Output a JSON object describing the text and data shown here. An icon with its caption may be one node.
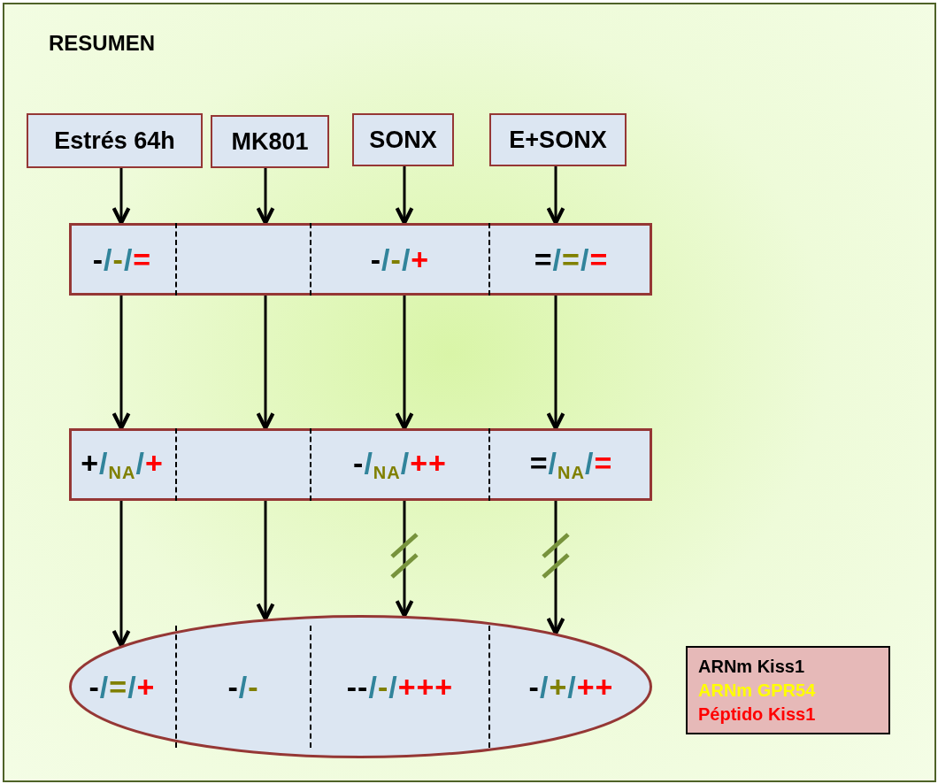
{
  "diagram": {
    "title": "RESUMEN",
    "nodes": [
      {
        "text": [
          "Estrés 64h"
        ]
      },
      {
        "text": [
          "MK801"
        ]
      },
      {
        "text": [
          "SONX"
        ]
      },
      {
        "text": [
          "E+SONX"
        ]
      },
      {
        "text": [],
        "shape": "box"
      },
      {
        "text": [
          "-/-/="
        ],
        "in": 4
      },
      {
        "text": [],
        "shape": "box",
        "in": 4
      },
      {
        "text": [
          "-/-/+"
        ],
        "in": 4
      },
      {
        "text": [
          "=/=/="
        ],
        "in": 4
      },
      {
        "text": [],
        "shape": "box"
      },
      {
        "text": [
          "+/$_{NA}$/+"
        ],
        "in": 9
      },
      {
        "text": [],
        "shape": "box",
        "in": 9
      },
      {
        "text": [
          "-/$_{NA}$/++"
        ],
        "in": 9
      },
      {
        "text": [
          "=/$_{NA}$/="
        ],
        "in": 9
      },
      {
        "text": [],
        "shape": "ellipse"
      },
      {
        "text": [
          "-/=/+"
        ],
        "in": 14
      },
      {
        "text": [
          "-/-"
        ],
        "in": 14
      },
      {
        "text": [
          "--/-/+++"
        ],
        "in": 14
      },
      {
        "text": [
          "-/+/++"
        ],
        "in": 14
      }
    ],
    "edges": [
      {
        "from": 0,
        "to": 5,
        "arrow": "to"
      },
      {
        "from": 1,
        "to": 6,
        "arrow": "to"
      },
      {
        "from": 2,
        "to": 7,
        "arrow": "to"
      },
      {
        "from": 3,
        "to": 8,
        "arrow": "to"
      },
      {
        "from": 5,
        "to": 10,
        "arrow": "to"
      },
      {
        "from": 6,
        "to": 11,
        "arrow": "to"
      },
      {
        "from": 7,
        "to": 12,
        "arrow": "to"
      },
      {
        "from": 8,
        "to": 13,
        "arrow": "to"
      },
      {
        "from": 10,
        "to": 15,
        "arrow": "to"
      },
      {
        "from": 11,
        "to": 16,
        "arrow": "to"
      },
      {
        "from": 12,
        "to": 17,
        "arrow": "to"
      },
      {
        "from": 13,
        "to": 18,
        "arrow": "to"
      }
    ],
    "legend": [
      {
        "text": "ARNm Kiss1",
        "color": "#000000"
      },
      {
        "text": "ARNm GPR54",
        "color": "#ffff00"
      },
      {
        "text": "Péptido Kiss1",
        "color": "#ff0000"
      }
    ]
  }
}
